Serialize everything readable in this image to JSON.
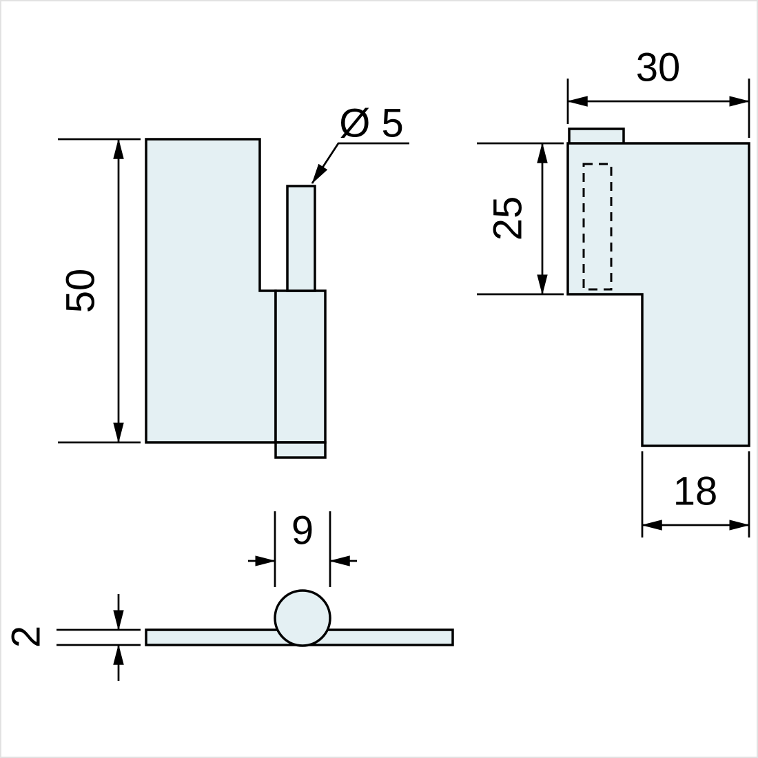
{
  "drawing": {
    "front_view": {
      "height_dim": "50",
      "pin_diameter_dim": "Ø 5"
    },
    "side_view": {
      "top_width_dim": "30",
      "knuckle_height_dim": "25",
      "leaf_width_dim": "18"
    },
    "top_view": {
      "knuckle_diameter_dim": "9",
      "thickness_dim": "2"
    },
    "colors": {
      "part_fill": "#e4f0f3",
      "line": "#000000",
      "background": "#ffffff"
    }
  }
}
